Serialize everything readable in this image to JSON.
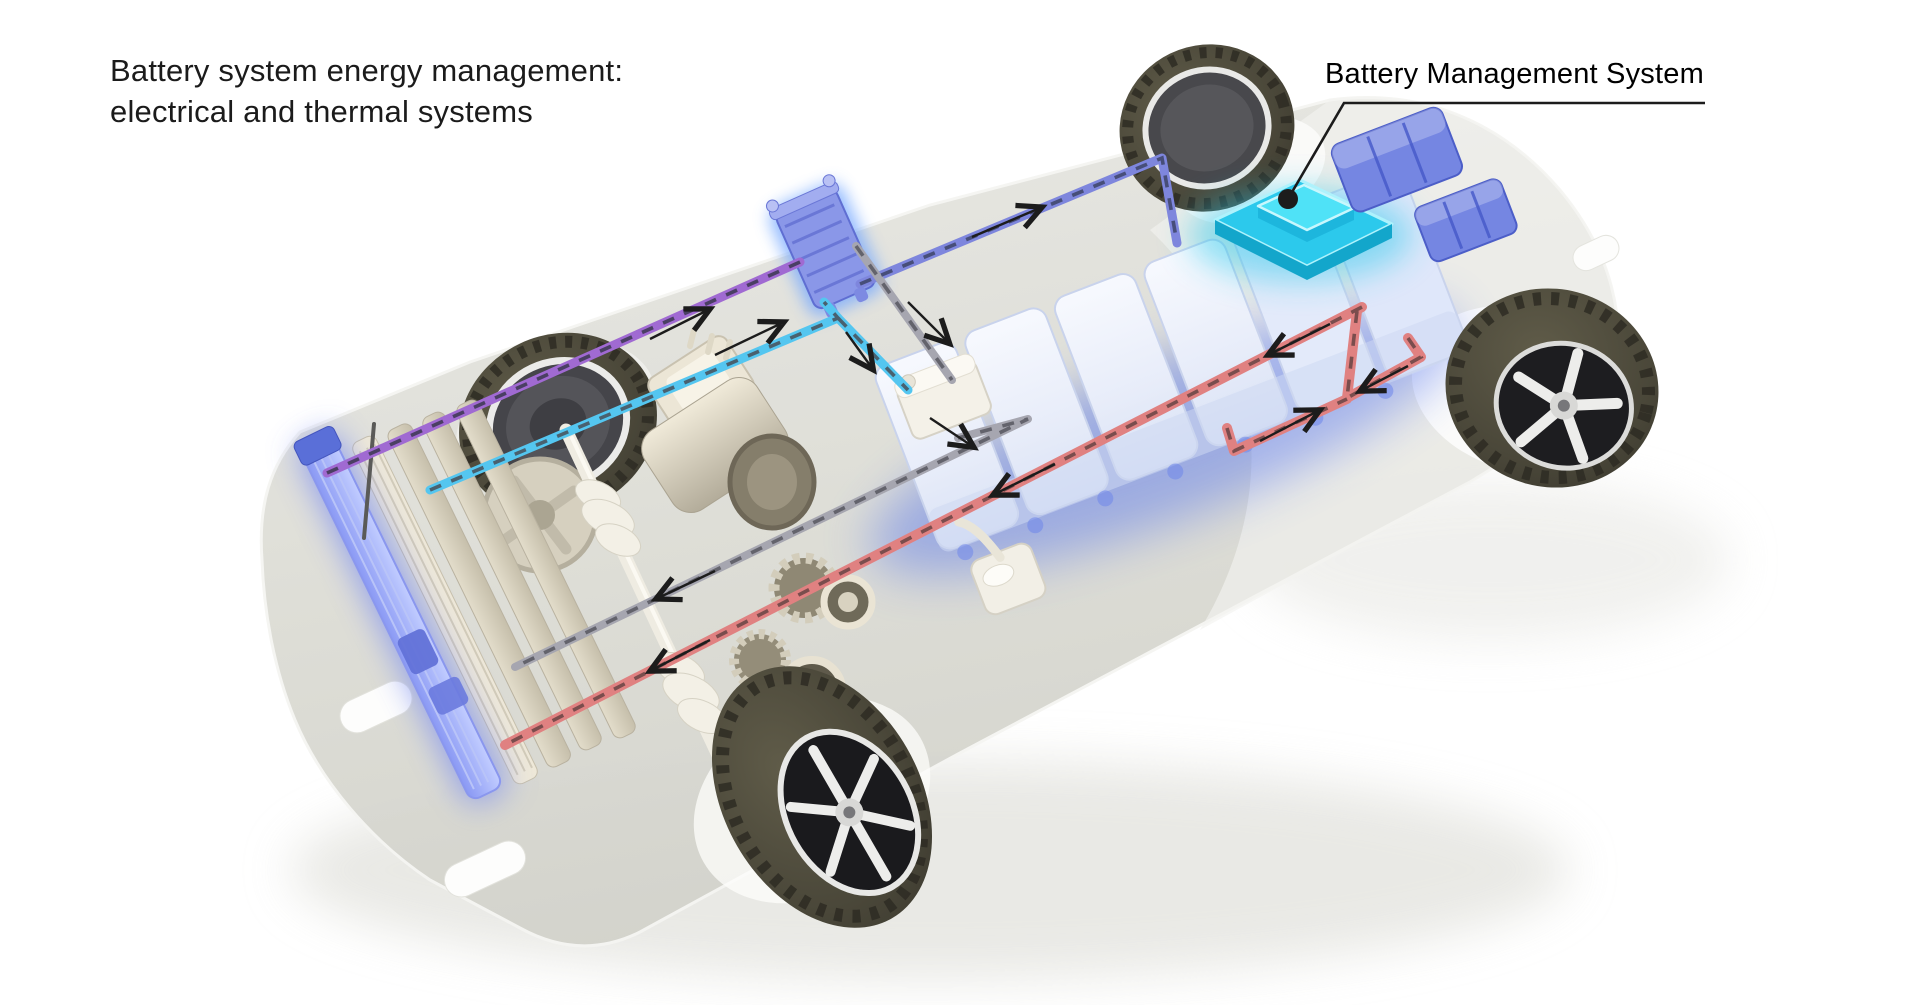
{
  "title": {
    "line1": "Battery system energy management:",
    "line2": "electrical and thermal systems"
  },
  "callout": {
    "label": "Battery Management System"
  },
  "colors": {
    "refrigerant_line": "#a06ad2",
    "hv_line": "#7e86dd",
    "coolant_cold_line": "#54c6f0",
    "signal_line": "#a6a6b0",
    "coolant_warm_line": "#e08181",
    "bms_base": "#2cc9ec",
    "bms_top": "#4fe2f7",
    "module_box": "#7586e2",
    "battery_glow": "#5070ee",
    "condenser_glow": "#7c8ef2",
    "arrow": "#1c1c1c"
  }
}
